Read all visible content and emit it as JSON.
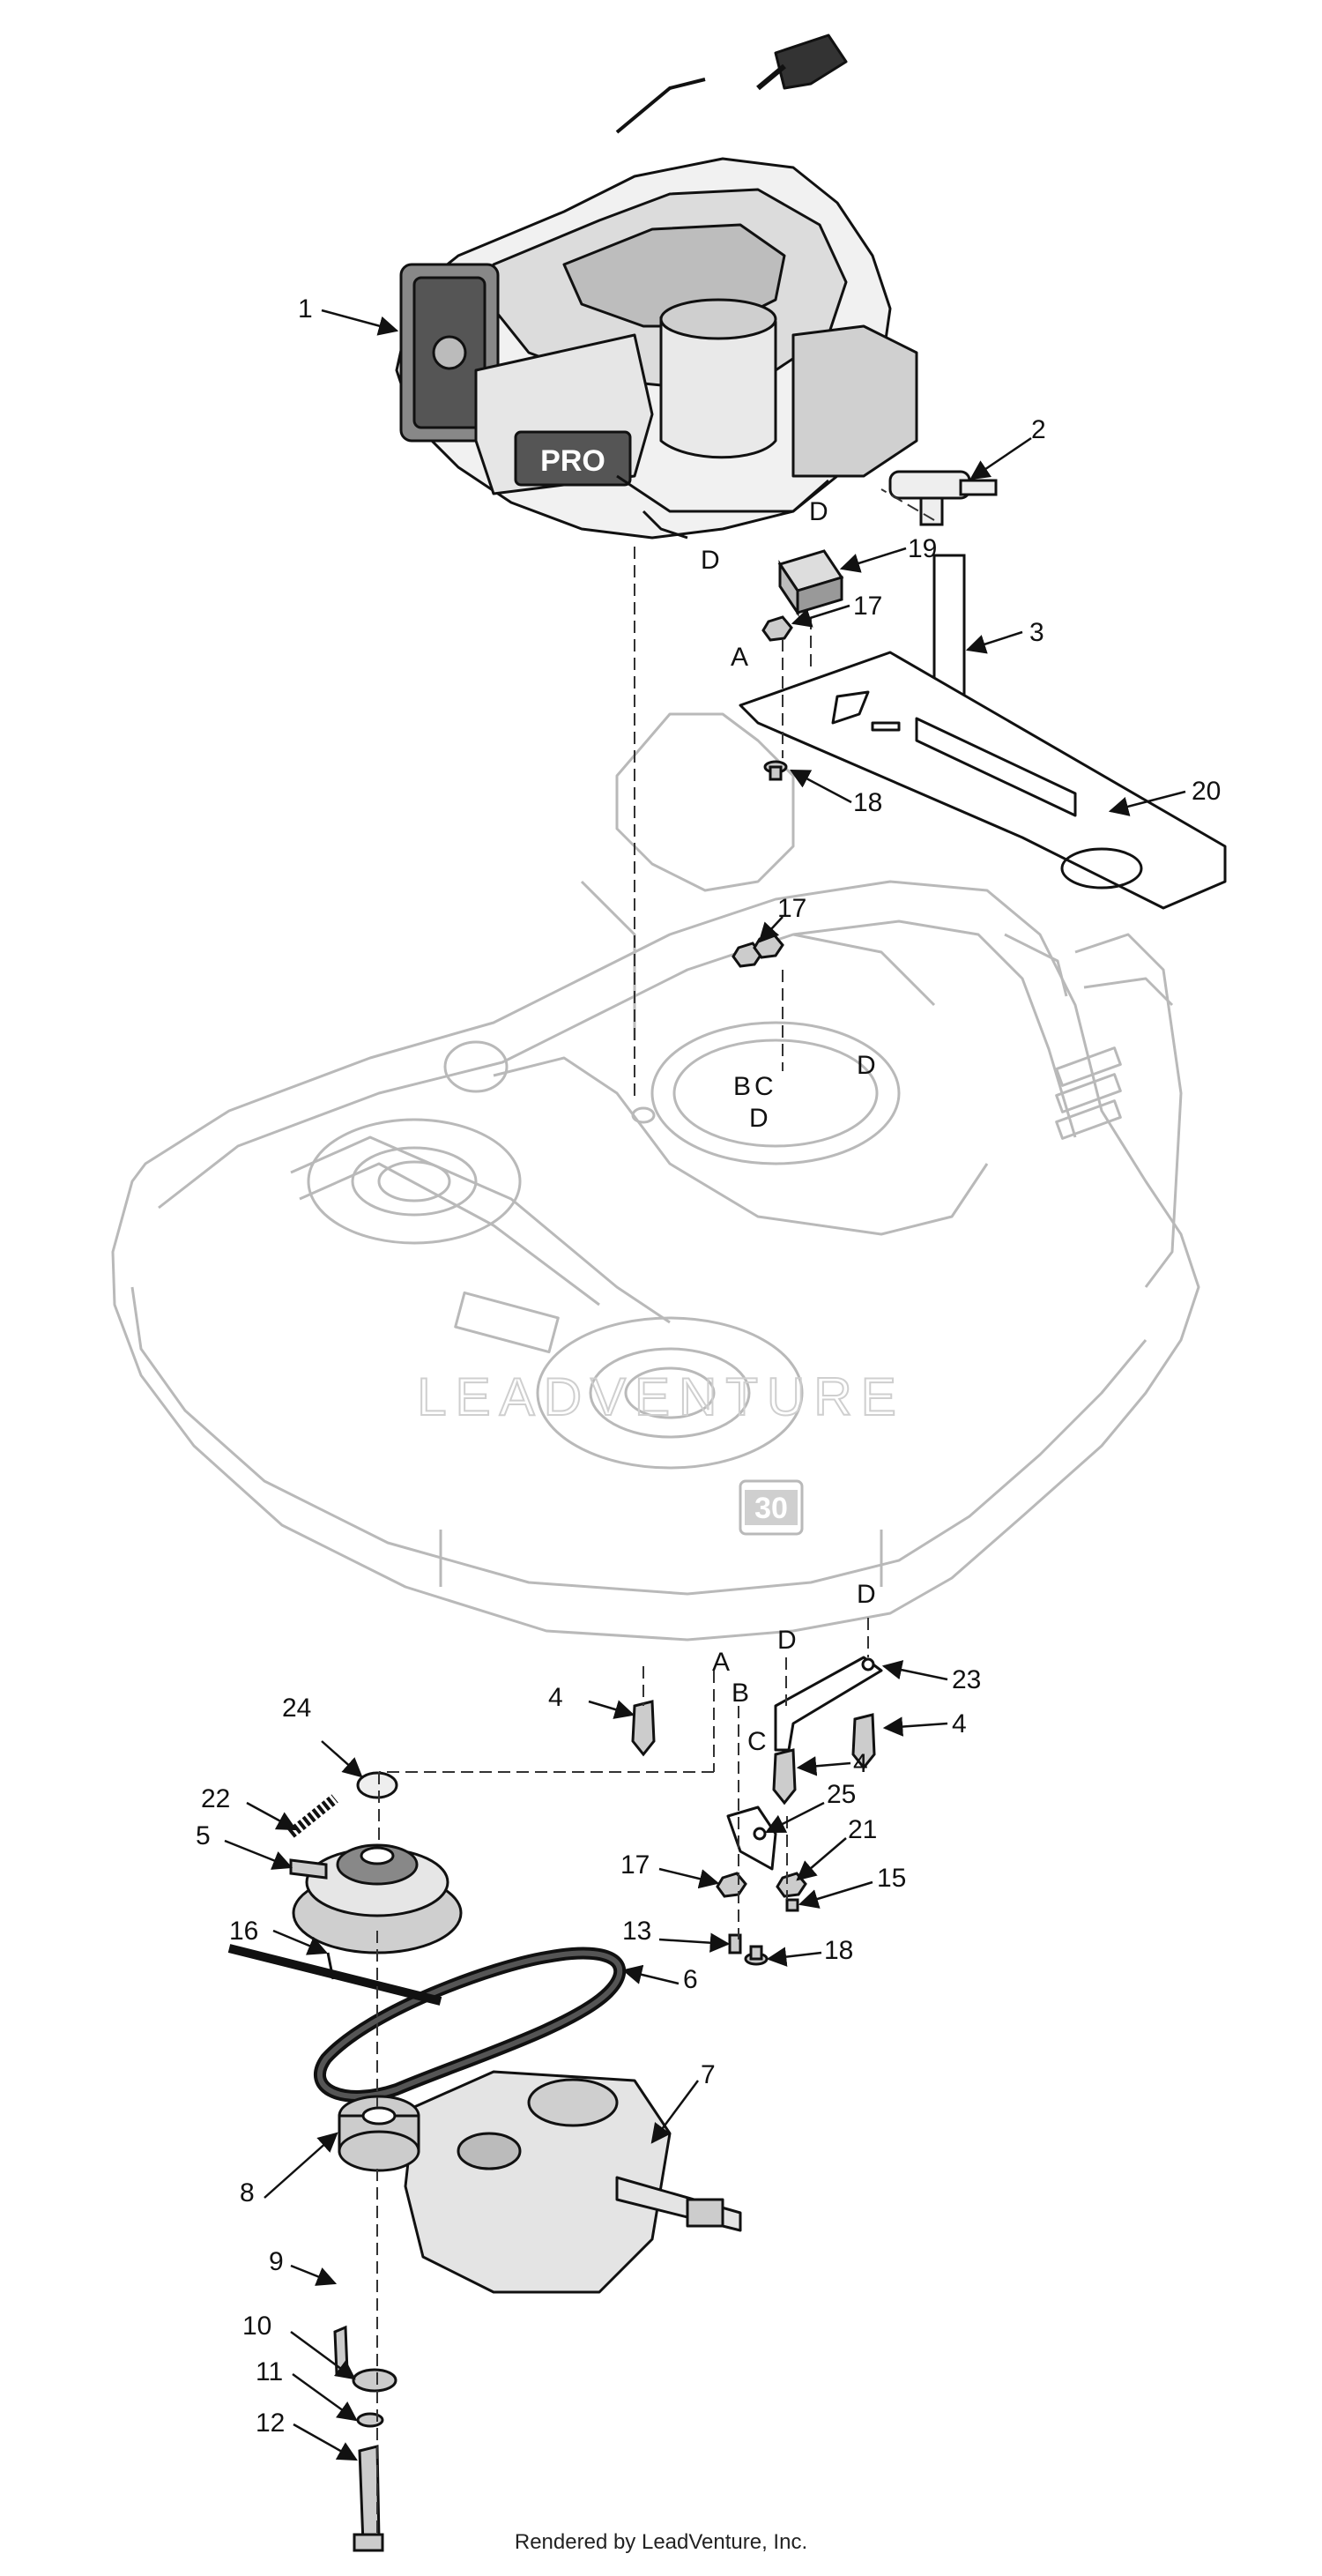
{
  "diagram": {
    "callouts": [
      {
        "id": "c1",
        "label": "1"
      },
      {
        "id": "c2",
        "label": "2"
      },
      {
        "id": "c3",
        "label": "3"
      },
      {
        "id": "c19",
        "label": "19"
      },
      {
        "id": "c17a",
        "label": "17"
      },
      {
        "id": "c20",
        "label": "20"
      },
      {
        "id": "c18a",
        "label": "18"
      },
      {
        "id": "c17b",
        "label": "17"
      },
      {
        "id": "c24",
        "label": "24"
      },
      {
        "id": "c4a",
        "label": "4"
      },
      {
        "id": "c23",
        "label": "23"
      },
      {
        "id": "c4b",
        "label": "4"
      },
      {
        "id": "c22",
        "label": "22"
      },
      {
        "id": "c4c",
        "label": "4"
      },
      {
        "id": "c5",
        "label": "5"
      },
      {
        "id": "c25",
        "label": "25"
      },
      {
        "id": "c21",
        "label": "21"
      },
      {
        "id": "c17c",
        "label": "17"
      },
      {
        "id": "c15",
        "label": "15"
      },
      {
        "id": "c16",
        "label": "16"
      },
      {
        "id": "c13",
        "label": "13"
      },
      {
        "id": "c18b",
        "label": "18"
      },
      {
        "id": "c6",
        "label": "6"
      },
      {
        "id": "c7",
        "label": "7"
      },
      {
        "id": "c8",
        "label": "8"
      },
      {
        "id": "c9",
        "label": "9"
      },
      {
        "id": "c10",
        "label": "10"
      },
      {
        "id": "c11",
        "label": "11"
      },
      {
        "id": "c12",
        "label": "12"
      }
    ],
    "references": [
      {
        "id": "r1",
        "label": "D"
      },
      {
        "id": "r2",
        "label": "D"
      },
      {
        "id": "r3",
        "label": "A"
      },
      {
        "id": "r4",
        "label": "B"
      },
      {
        "id": "r5",
        "label": "C"
      },
      {
        "id": "r6",
        "label": "D"
      },
      {
        "id": "r7",
        "label": "D"
      },
      {
        "id": "r8",
        "label": "D"
      },
      {
        "id": "r9",
        "label": "A"
      },
      {
        "id": "r10",
        "label": "D"
      },
      {
        "id": "r11",
        "label": "B"
      },
      {
        "id": "r12",
        "label": "C"
      }
    ],
    "engine_badge": "PRO",
    "deck_badge": "30",
    "watermark": "LEADVENTURE"
  },
  "footer": {
    "text": "Rendered by LeadVenture, Inc."
  }
}
